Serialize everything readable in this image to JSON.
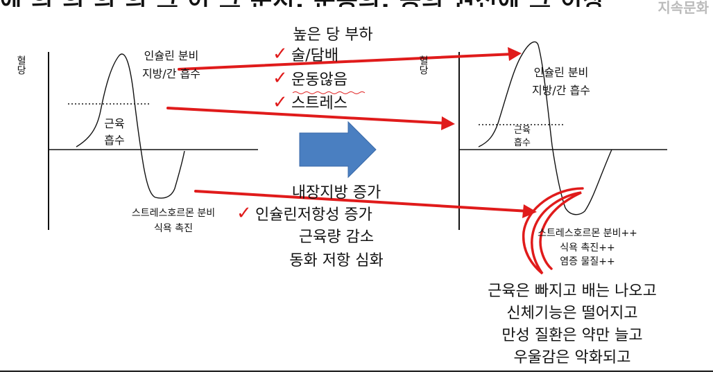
{
  "header": {
    "partial_title": "에 의 의 의 의 그 어 그 문서, 운동의, 공의 권전에 그 이상",
    "watermark": "지속문화"
  },
  "left_graph": {
    "y_axis_label": "혈당",
    "peak_label_line1": "인슐린 분비",
    "peak_label_line2": "지방/간 흡수",
    "muscle_label_line1": "근육",
    "muscle_label_line2": "흡수",
    "dip_label_line1": "스트레스호르몬 분비",
    "dip_label_line2": "식욕 촉진"
  },
  "middle": {
    "causes": [
      "높은 당 부하",
      "술/담배",
      "운동않음",
      "스트레스"
    ],
    "effects": [
      "내장지방 증가",
      "인슐린저항성 증가",
      "근육량 감소",
      "동화 저항 심화"
    ]
  },
  "right_graph": {
    "y_axis_label": "혈당",
    "peak_label_line1": "인슐린 분비",
    "peak_label_line2": "지방/간 흡수",
    "muscle_label_line1": "근육",
    "muscle_label_line2": "흡수",
    "dip_label_line1": "스트레스호르몬 분비++",
    "dip_label_line2": "식욕 촉진++",
    "dip_label_line3": "염증 물질++"
  },
  "conclusion": [
    "근육은 빠지고 배는 나오고",
    "신체기능은 떨어지고",
    "만성 질환은 약만 늘고",
    "우울감은 악화되고"
  ],
  "colors": {
    "accent_red": "#e01b1b",
    "arrow_blue": "#4a7fc1"
  }
}
